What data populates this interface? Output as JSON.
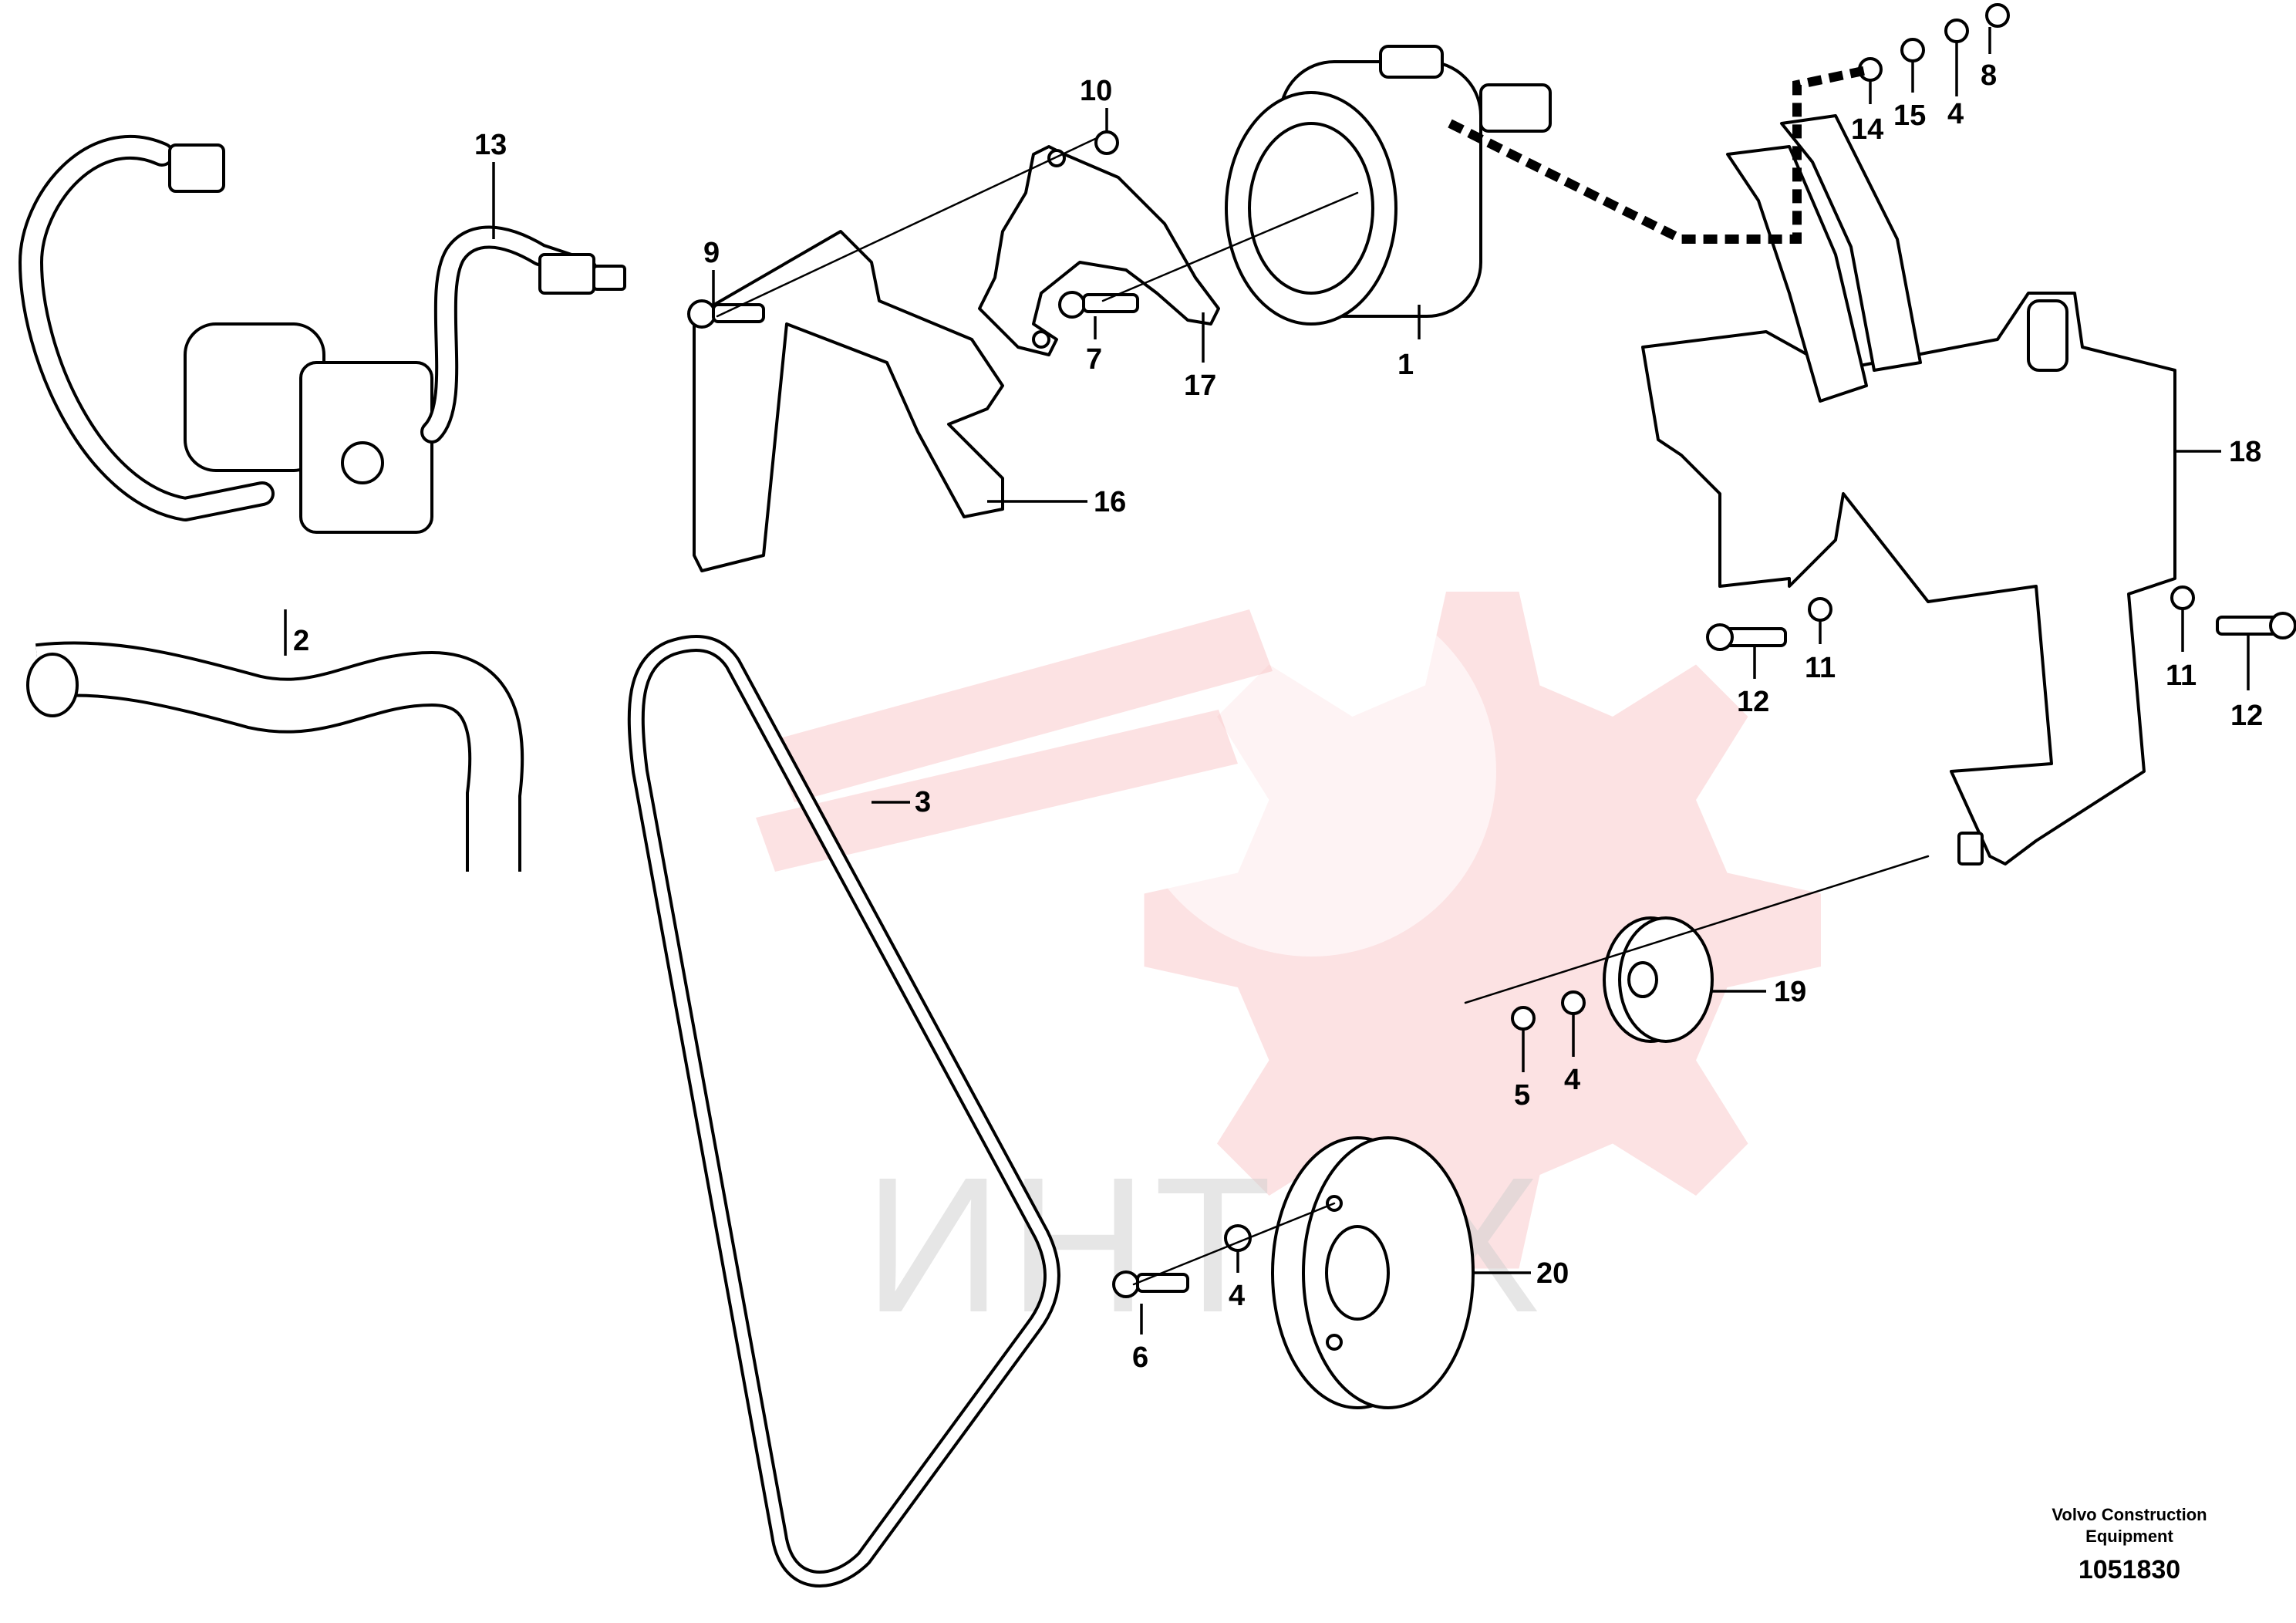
{
  "diagram": {
    "callouts": {
      "p1": "1",
      "p2": "2",
      "p3": "3",
      "p4a": "4",
      "p4b": "4",
      "p4c": "4",
      "p5": "5",
      "p6": "6",
      "p7": "7",
      "p8": "8",
      "p9": "9",
      "p10": "10",
      "p11a": "11",
      "p11b": "11",
      "p12a": "12",
      "p12b": "12",
      "p13": "13",
      "p14": "14",
      "p15": "15",
      "p16": "16",
      "p17": "17",
      "p18": "18",
      "p19": "19",
      "p20": "20"
    },
    "watermark_text": "ИНТЕХ"
  },
  "footer": {
    "brand_line1": "Volvo Construction",
    "brand_line2": "Equipment",
    "drawing_number": "1051830"
  }
}
